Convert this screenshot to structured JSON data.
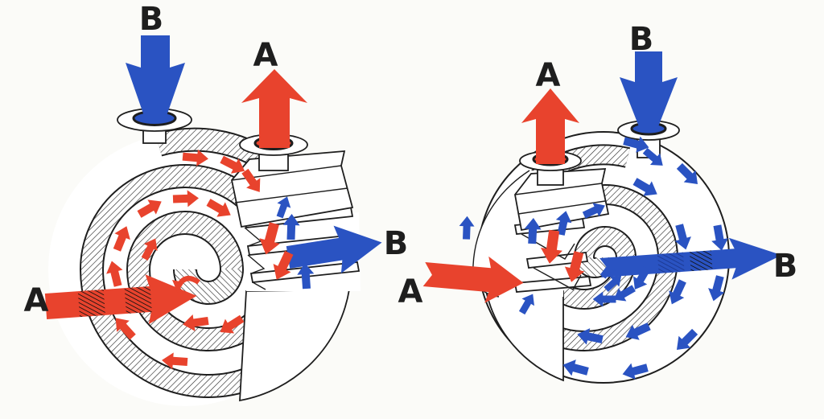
{
  "figure": {
    "alt": "Cutaway diagrams of a spiral heat exchanger showing counter-current flow of fluid A and fluid B"
  },
  "colors": {
    "fluid_a_red": "#e8432d",
    "fluid_b_blue": "#2a53c2",
    "fluid_b_dark": "#1c3a94",
    "ink": "#1e1e1e",
    "paper": "#fbfbf8"
  },
  "left_view": {
    "labels": {
      "top_inlet_b": "B",
      "top_outlet_a": "A",
      "side_inlet_a": "A",
      "side_outlet_b": "B"
    },
    "flow_arrows": {
      "red": [
        [
          242,
          196,
          5,
          1
        ],
        [
          289,
          205,
          27,
          1
        ],
        [
          313,
          225,
          55,
          1
        ],
        [
          230,
          247,
          358,
          1
        ],
        [
          272,
          259,
          30,
          1
        ],
        [
          186,
          259,
          330,
          1
        ],
        [
          151,
          297,
          292,
          1
        ],
        [
          186,
          310,
          298,
          0.9
        ],
        [
          143,
          341,
          256,
          1
        ],
        [
          155,
          408,
          228,
          1
        ],
        [
          218,
          449,
          184,
          1
        ],
        [
          244,
          401,
          172,
          1
        ],
        [
          288,
          404,
          148,
          1
        ],
        [
          336,
          296,
          105,
          1.25
        ],
        [
          352,
          330,
          115,
          1.15
        ]
      ],
      "blue": [
        [
          362,
          283,
          272,
          1
        ],
        [
          380,
          344,
          266,
          1
        ],
        [
          352,
          258,
          290,
          0.85
        ]
      ]
    }
  },
  "right_view": {
    "labels": {
      "top_outlet_a": "A",
      "top_inlet_b": "B",
      "side_inlet_a": "A",
      "side_outlet_b": "B"
    },
    "flow_arrows": {
      "blue": [
        [
          790,
          179,
          15,
          1
        ],
        [
          855,
          217,
          45,
          1
        ],
        [
          894,
          295,
          80,
          1
        ],
        [
          891,
          358,
          105,
          1
        ],
        [
          853,
          423,
          135,
          1
        ],
        [
          790,
          461,
          165,
          1
        ],
        [
          716,
          458,
          195,
          1
        ],
        [
          802,
          233,
          30,
          1
        ],
        [
          848,
          294,
          75,
          1
        ],
        [
          842,
          363,
          115,
          1
        ],
        [
          793,
          412,
          155,
          1
        ],
        [
          734,
          419,
          192,
          1
        ],
        [
          797,
          346,
          120,
          0.95
        ],
        [
          776,
          365,
          150,
          0.9
        ],
        [
          752,
          372,
          180,
          0.9
        ],
        [
          738,
          262,
          335,
          0.9
        ],
        [
          757,
          334,
          308,
          0.85
        ],
        [
          762,
          352,
          318,
          0.8
        ],
        [
          662,
          288,
          273,
          1
        ],
        [
          700,
          278,
          282,
          0.95
        ],
        [
          580,
          284,
          272,
          0.9
        ],
        [
          655,
          378,
          300,
          0.85
        ],
        [
          812,
          196,
          40,
          0.9
        ]
      ],
      "red": [
        [
          686,
          306,
          98,
          1.3
        ],
        [
          715,
          331,
          104,
          1.2
        ]
      ]
    }
  }
}
